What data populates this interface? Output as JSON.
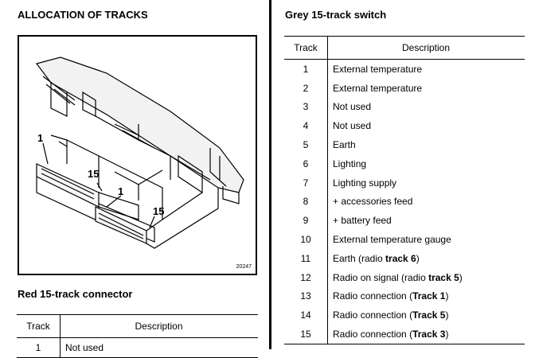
{
  "left": {
    "title": "ALLOCATION OF TRACKS",
    "figure": {
      "callouts": [
        "1",
        "15",
        "1",
        "15"
      ],
      "code": "20247"
    },
    "red_connector": {
      "title": "Red 15-track connector",
      "columns": [
        "Track",
        "Description"
      ],
      "rows": [
        {
          "track": "1",
          "description": "Not used"
        }
      ]
    }
  },
  "right": {
    "title": "Grey 15-track switch",
    "columns": [
      "Track",
      "Description"
    ],
    "rows": [
      {
        "track": "1",
        "description": "External temperature"
      },
      {
        "track": "2",
        "description": "External temperature"
      },
      {
        "track": "3",
        "description": "Not used"
      },
      {
        "track": "4",
        "description": "Not used"
      },
      {
        "track": "5",
        "description": "Earth"
      },
      {
        "track": "6",
        "description": "Lighting"
      },
      {
        "track": "7",
        "description": "Lighting supply"
      },
      {
        "track": "8",
        "description": "+ accessories feed"
      },
      {
        "track": "9",
        "description": "+ battery feed"
      },
      {
        "track": "10",
        "description": "External temperature gauge"
      },
      {
        "track": "11",
        "description": "Earth (radio track 6)"
      },
      {
        "track": "12",
        "description": "Radio on signal (radio track 5)"
      },
      {
        "track": "13",
        "description": "Radio connection (Track 1)"
      },
      {
        "track": "14",
        "description": "Radio connection (Track 5)"
      },
      {
        "track": "15",
        "description": "Radio connection (Track 3)"
      }
    ]
  }
}
